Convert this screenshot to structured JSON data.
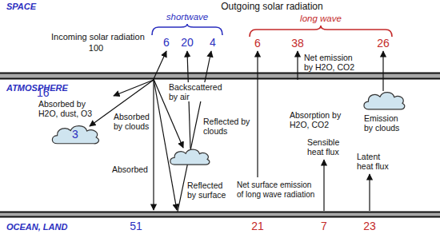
{
  "diagram": {
    "nodes": [
      {
        "text": [
          "3"
        ]
      }
    ],
    "labels": [
      "SPACE",
      "Outgoing solar radiation",
      "shortwave",
      "long wave",
      "Incoming solar radiation",
      "100",
      "6",
      "20",
      "4",
      "6",
      "38",
      "26",
      "ATMOSPHERE",
      "Backscattered by air",
      "16",
      "Absorbed by H2O, dust, O3",
      "Absorbed by clouds",
      "Reflected by clouds",
      "Absorbed",
      "Reflected by surface",
      "OCEAN, LAND",
      "51",
      "Net emission by H2O, CO2",
      "Emission by clouds",
      "Absorption by H2O, CO2",
      "Sensible heat flux",
      "Latent heat flux",
      "Net surface emission of long wave radiation",
      "21",
      "7",
      "23"
    ]
  }
}
